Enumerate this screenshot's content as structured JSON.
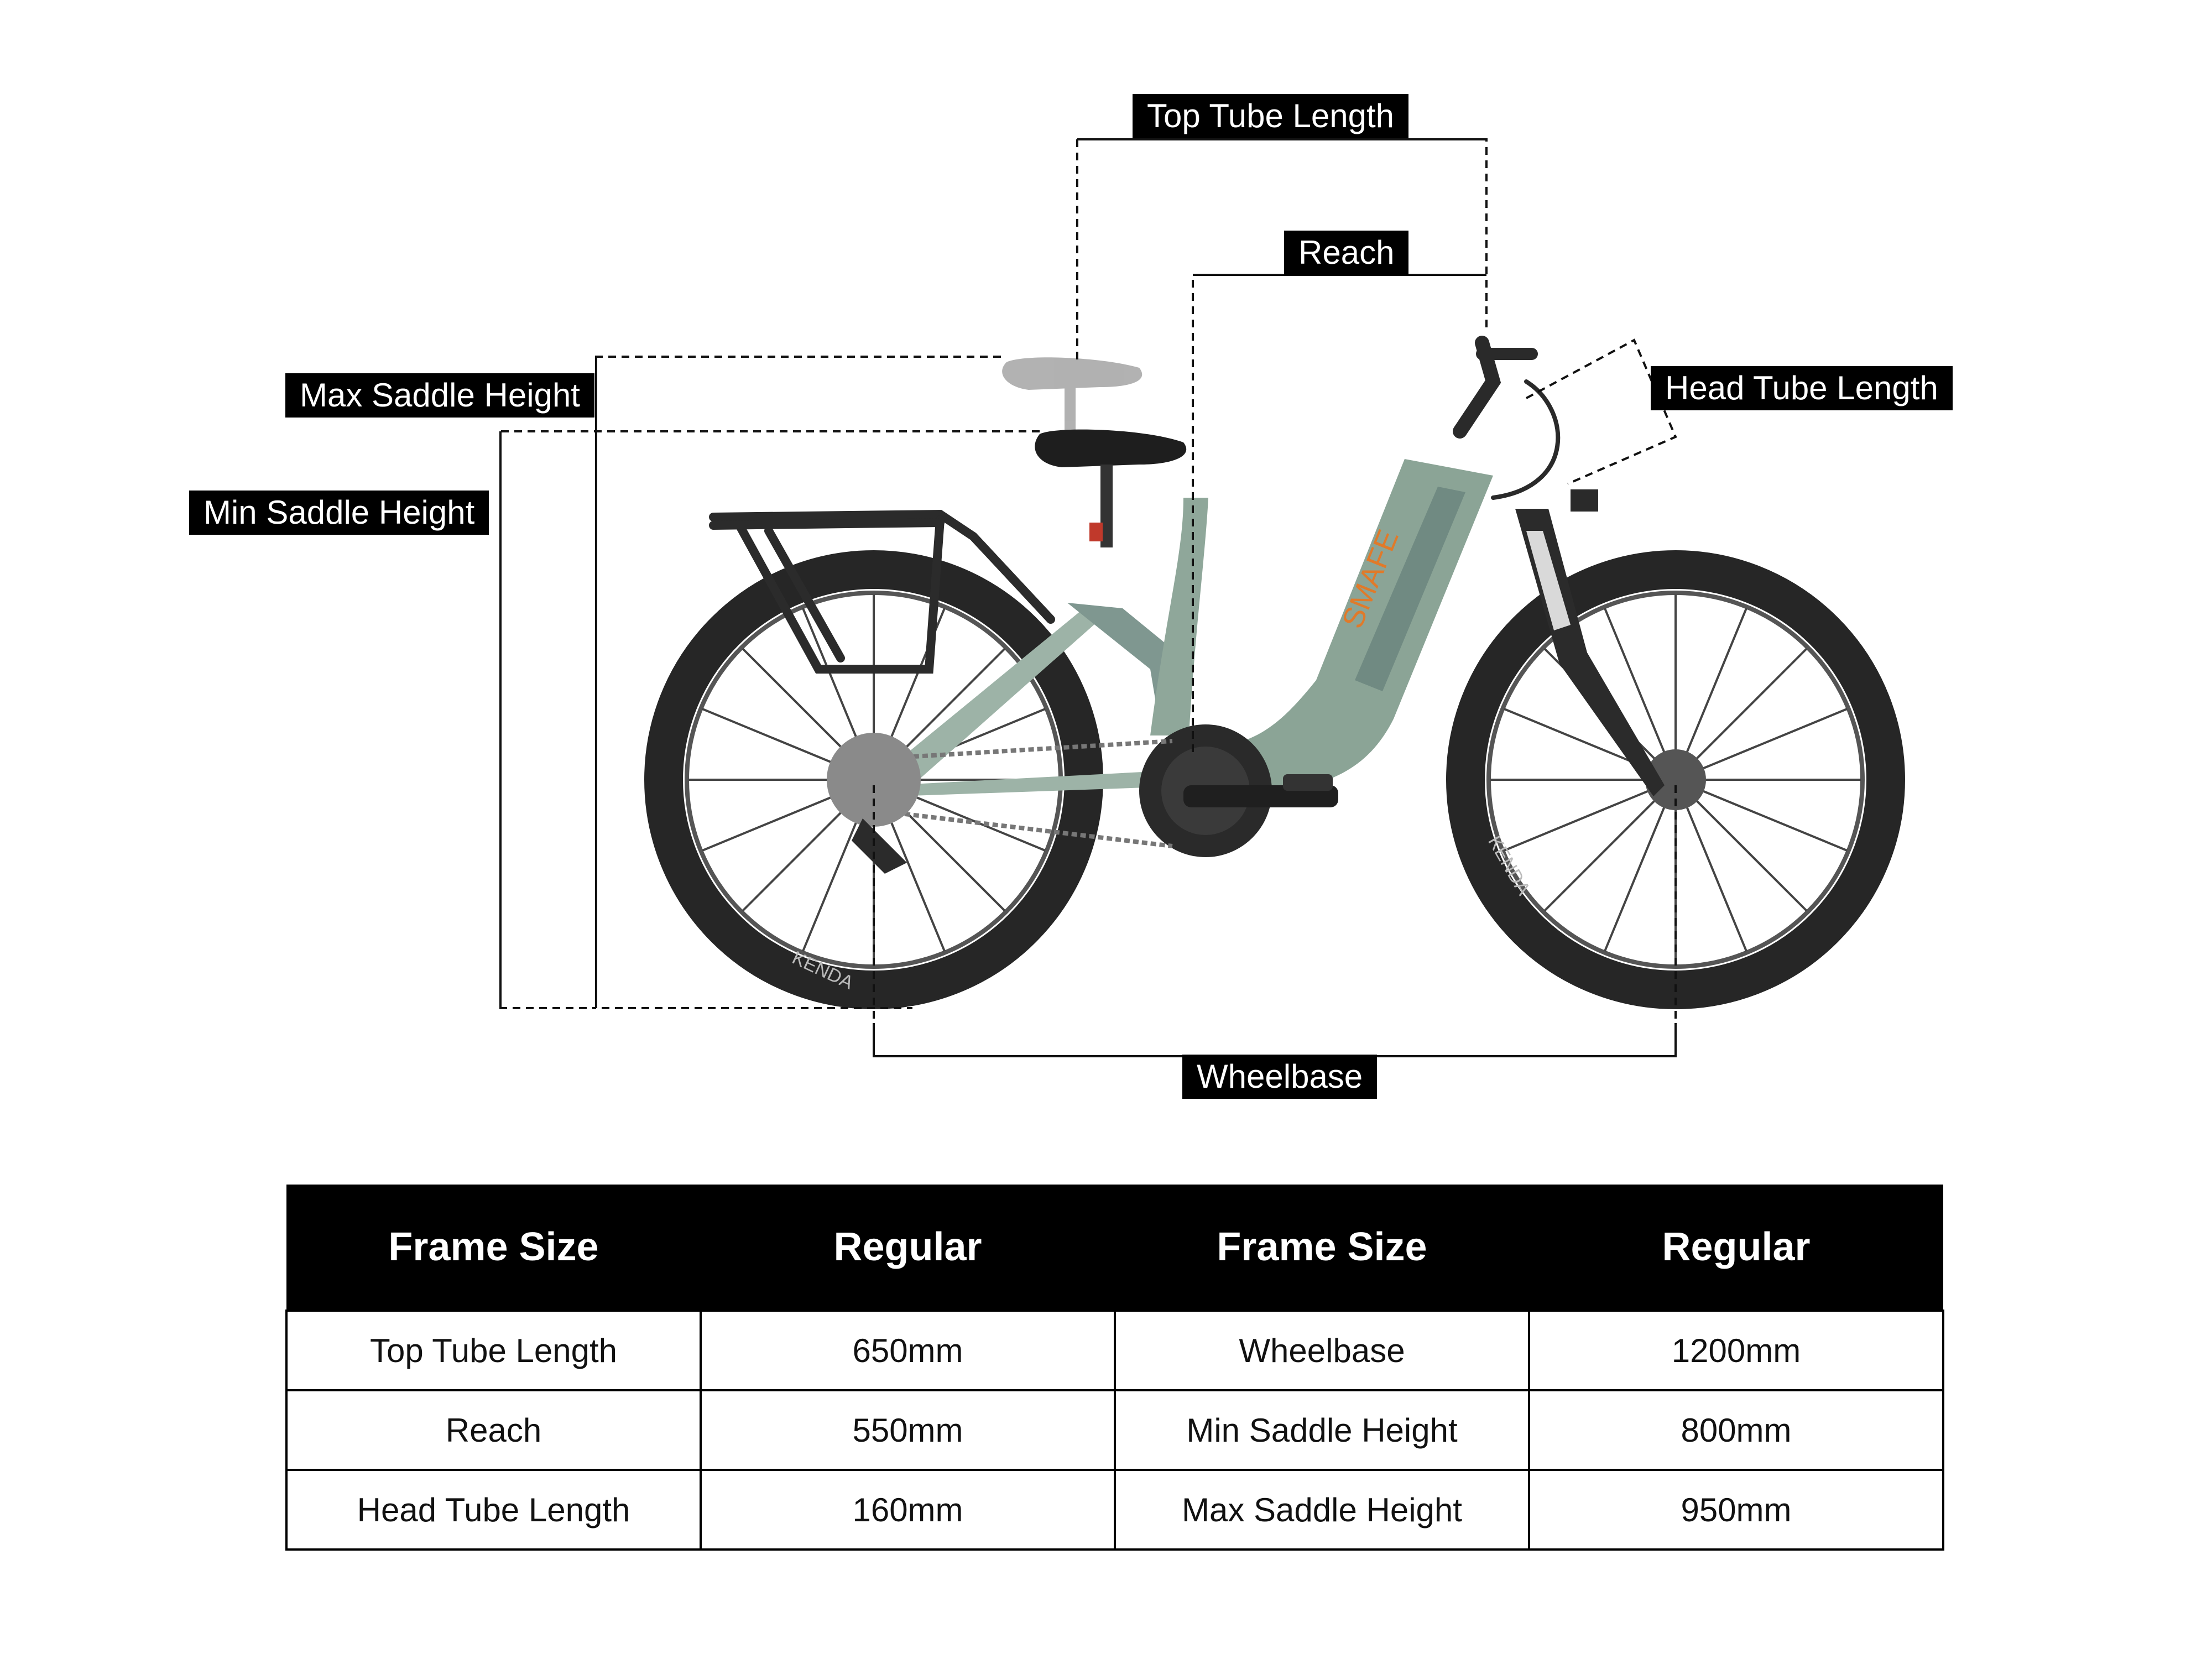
{
  "labels": {
    "top_tube": "Top Tube Length",
    "reach": "Reach",
    "head_tube": "Head Tube Length",
    "max_saddle": "Max Saddle Height",
    "min_saddle": "Min Saddle Height",
    "wheelbase": "Wheelbase"
  },
  "brand": "SMAFE",
  "tire_brand": "KENDA",
  "colors": {
    "frame": "#8fa79a",
    "tire": "#2a2a2a",
    "line": "#111111",
    "accent": "#e07a2a"
  },
  "table": {
    "headers": [
      "Frame Size",
      "Regular",
      "Frame Size",
      "Regular"
    ],
    "rows": [
      [
        "Top Tube Length",
        "650mm",
        "Wheelbase",
        "1200mm"
      ],
      [
        "Reach",
        "550mm",
        "Min Saddle Height",
        "800mm"
      ],
      [
        "Head Tube Length",
        "160mm",
        "Max Saddle Height",
        "950mm"
      ]
    ]
  }
}
